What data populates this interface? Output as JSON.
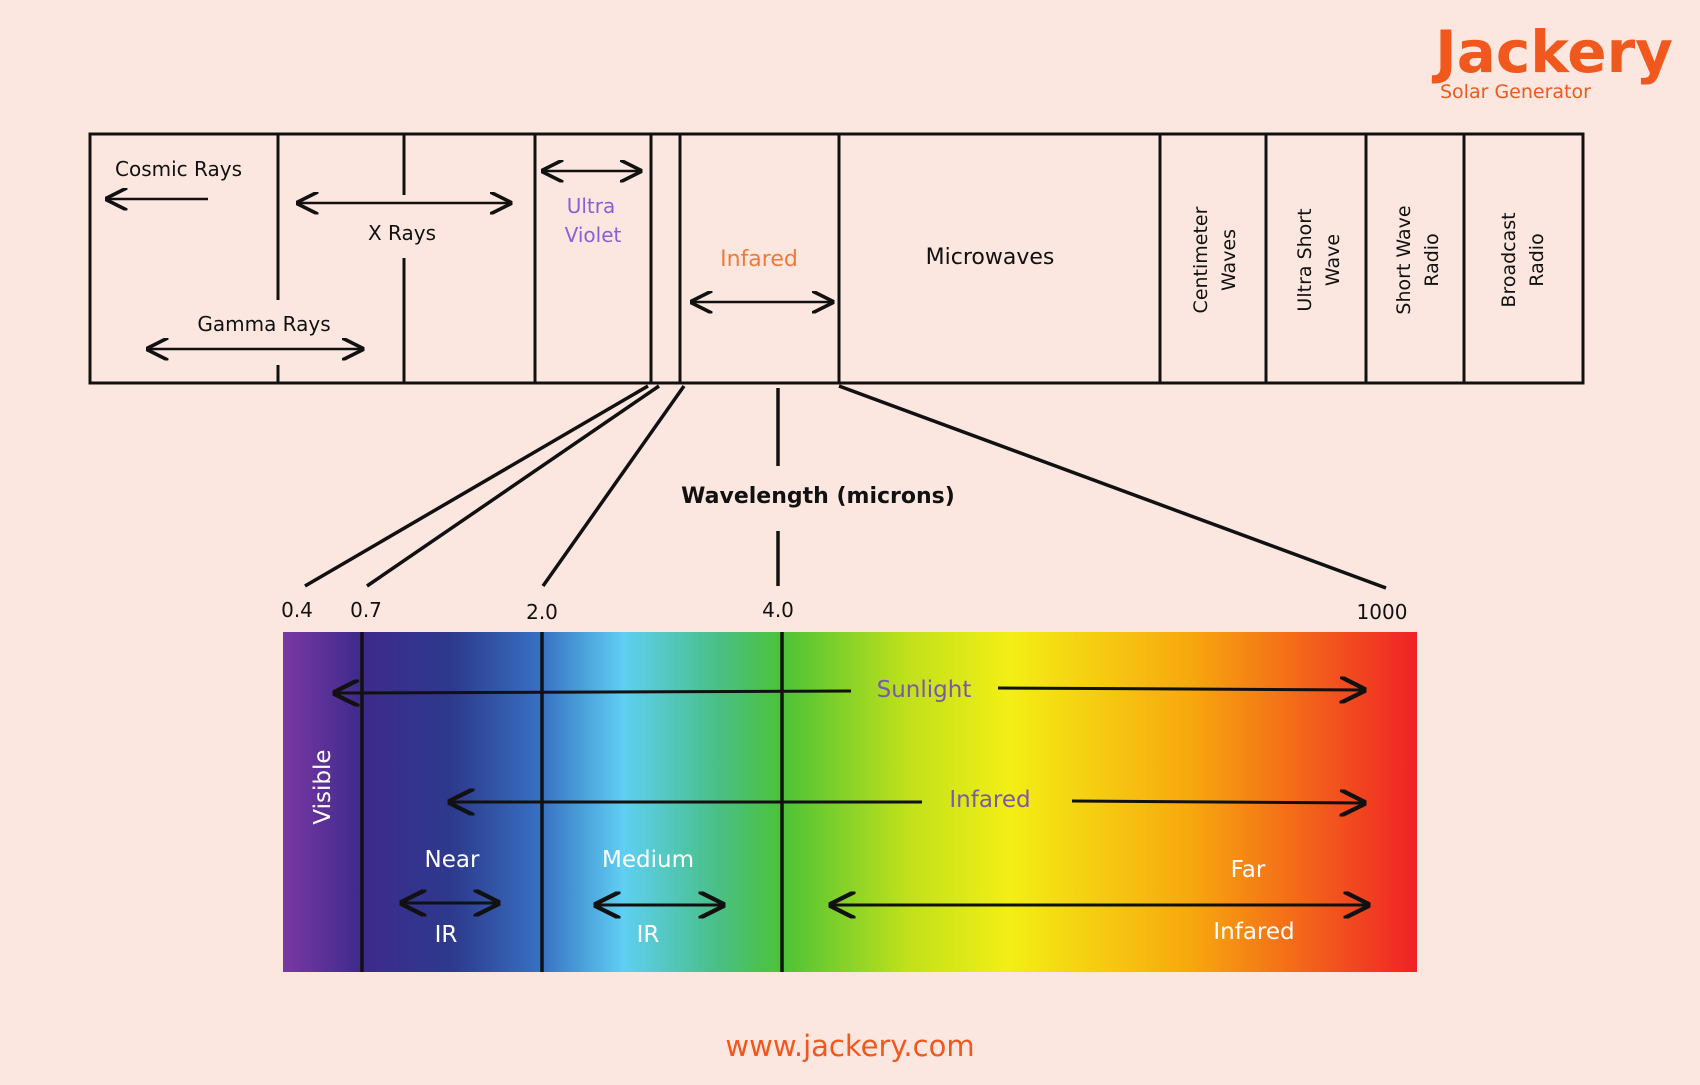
{
  "brand": {
    "name": "Jackery",
    "tagline": "Solar Generator",
    "url": "www.jackery.com",
    "color": "#f0581d"
  },
  "spectrum_box": {
    "cosmic": "Cosmic Rays",
    "gamma": "Gamma Rays",
    "xray": "X Rays",
    "uv_line1": "Ultra",
    "uv_line2": "Violet",
    "infrared": "Infared",
    "microwaves": "Microwaves",
    "centimeter_line1": "Centimeter",
    "centimeter_line2": "Waves",
    "ultrashort_line1": "Ultra Short",
    "ultrashort_line2": "Wave",
    "shortwave_line1": "Short Wave",
    "shortwave_line2": "Radio",
    "broadcast_line1": "Broadcast",
    "broadcast_line2": "Radio"
  },
  "axis_title": "Wavelength (microns)",
  "ticks": [
    "0.4",
    "0.7",
    "2.0",
    "4.0",
    "1000"
  ],
  "band": {
    "visible": "Visible",
    "sunlight": "Sunlight",
    "infared": "Infared",
    "near_top": "Near",
    "near_bottom": "IR",
    "medium_top": "Medium",
    "medium_bottom": "IR",
    "far_top": "Far",
    "far_bottom": "Infared"
  },
  "colors": {
    "background": "#fbe7df",
    "uv_text": "#8b5fd6",
    "infrared_text": "#f07a3a",
    "band_label": "#7a5aa8"
  }
}
